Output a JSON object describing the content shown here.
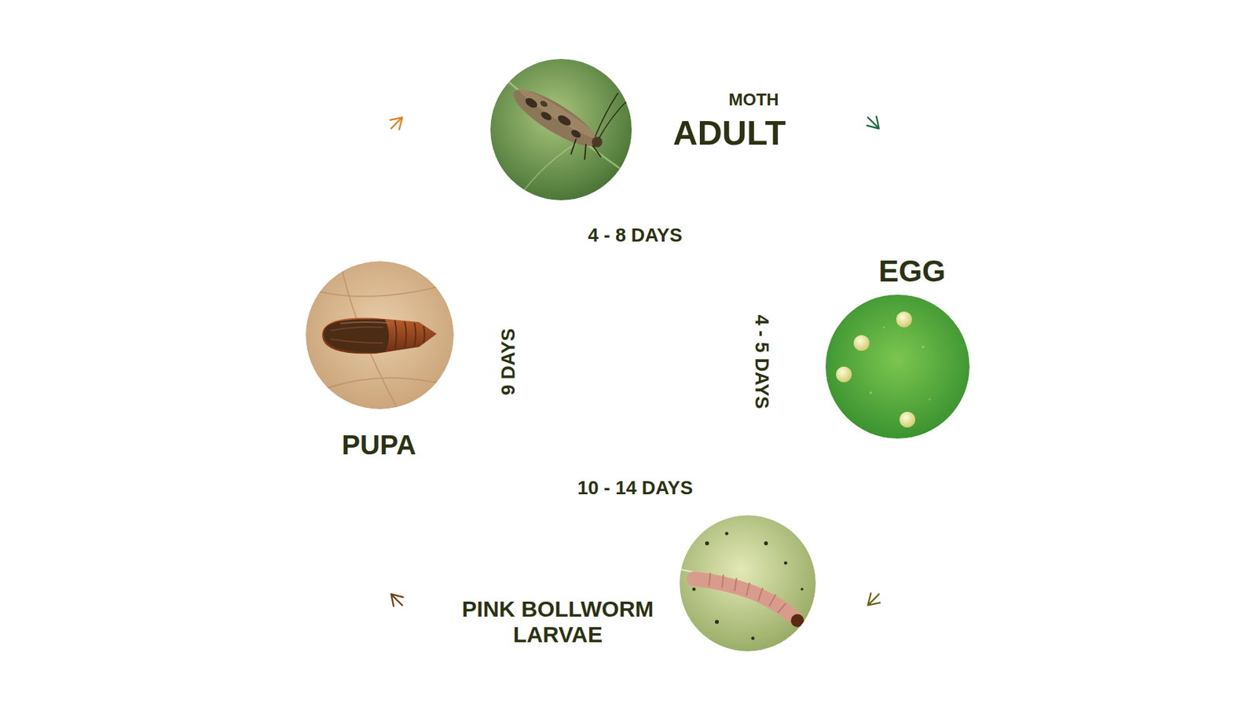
{
  "diagram": {
    "nodes": [
      {
        "text": [
          "MOTH",
          "ADULT"
        ]
      },
      {
        "text": [
          "4 - 8 DAYS"
        ],
        "in": 0
      },
      {
        "text": [
          "EGG"
        ]
      },
      {
        "text": [
          "4 - 5 DAYS"
        ],
        "in": 2
      },
      {
        "text": [
          "PINK BOLLWORM LARVAE"
        ]
      },
      {
        "text": [
          "10 - 14 DAYS"
        ],
        "in": 4
      },
      {
        "text": [
          "PUPA"
        ]
      },
      {
        "text": [
          "9 DAYS"
        ],
        "in": 6
      }
    ],
    "edges": [
      {
        "from": 0,
        "to": 2,
        "arrow": "to"
      },
      {
        "from": 2,
        "to": 4,
        "arrow": "to"
      },
      {
        "from": 4,
        "to": 6,
        "arrow": "to"
      },
      {
        "from": 6,
        "to": 0,
        "arrow": "to"
      }
    ]
  }
}
